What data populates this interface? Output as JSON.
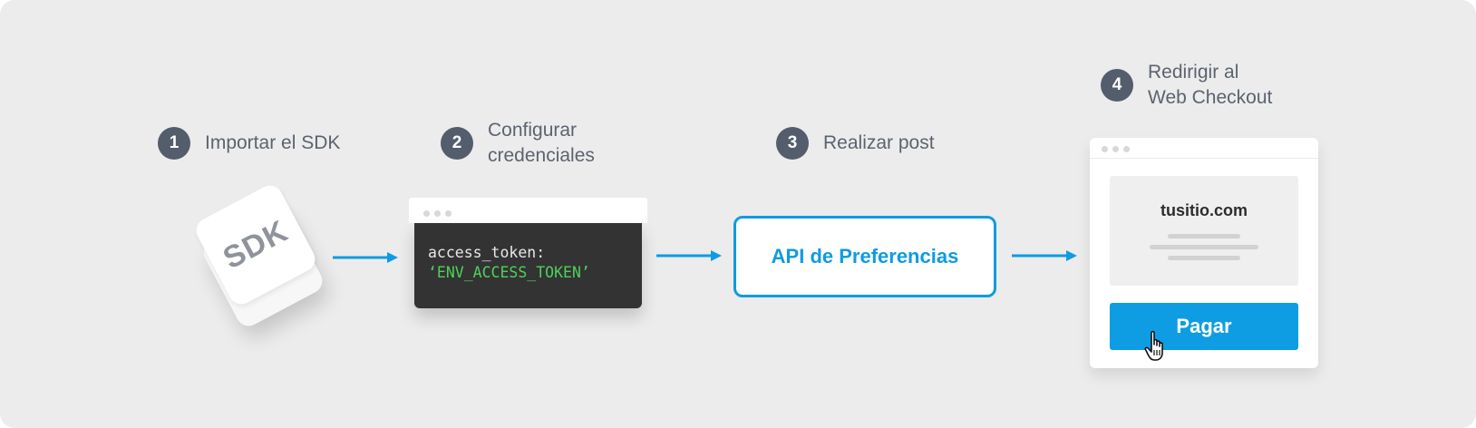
{
  "steps": [
    {
      "number": "1",
      "label": "Importar el SDK"
    },
    {
      "number": "2",
      "label_line1": "Configurar",
      "label_line2": "credenciales"
    },
    {
      "number": "3",
      "label": "Realizar post"
    },
    {
      "number": "4",
      "label_line1": "Redirigir al",
      "label_line2": "Web Checkout"
    }
  ],
  "sdk": {
    "text": "SDK"
  },
  "code": {
    "key": "access_token:",
    "value": "‘ENV_ACCESS_TOKEN’"
  },
  "api": {
    "label": "API de Preferencias"
  },
  "checkout": {
    "domain": "tusitio.com",
    "button_label": "Pagar"
  },
  "colors": {
    "background": "#ececec",
    "accent": "#0f9be3",
    "step_badge": "#535d6b",
    "code_background": "#333333",
    "code_string": "#4ed05a"
  },
  "icons": [
    "arrow-right-icon",
    "hand-pointer-icon"
  ]
}
